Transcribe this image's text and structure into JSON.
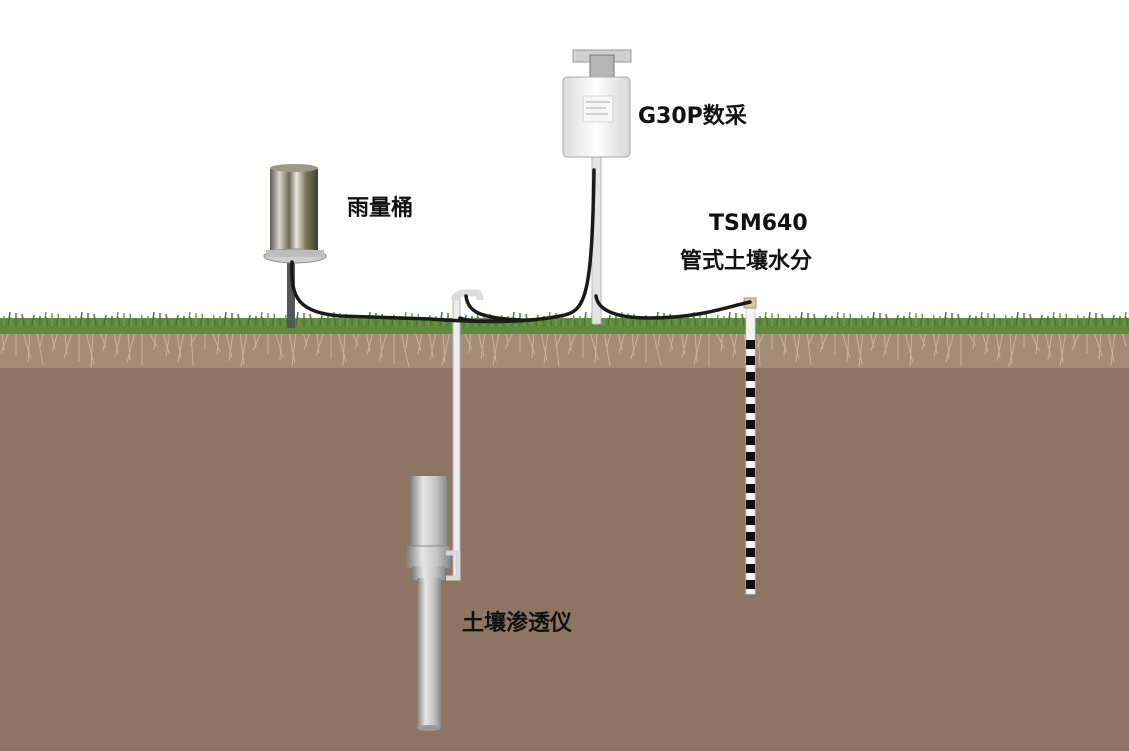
{
  "labels": {
    "rain_gauge": "雨量桶",
    "data_logger": "G30P数采",
    "tsm_line1": "TSM640",
    "tsm_line2": "管式土壤水分",
    "lysimeter": "土壤渗透仪"
  },
  "colors": {
    "sky": "#ffffff",
    "soil": "#8e7462",
    "grass": "#5f8a3e",
    "roots": "#c9b29a",
    "cable": "#1a1a1a",
    "device_white": "#f2f2f2"
  }
}
